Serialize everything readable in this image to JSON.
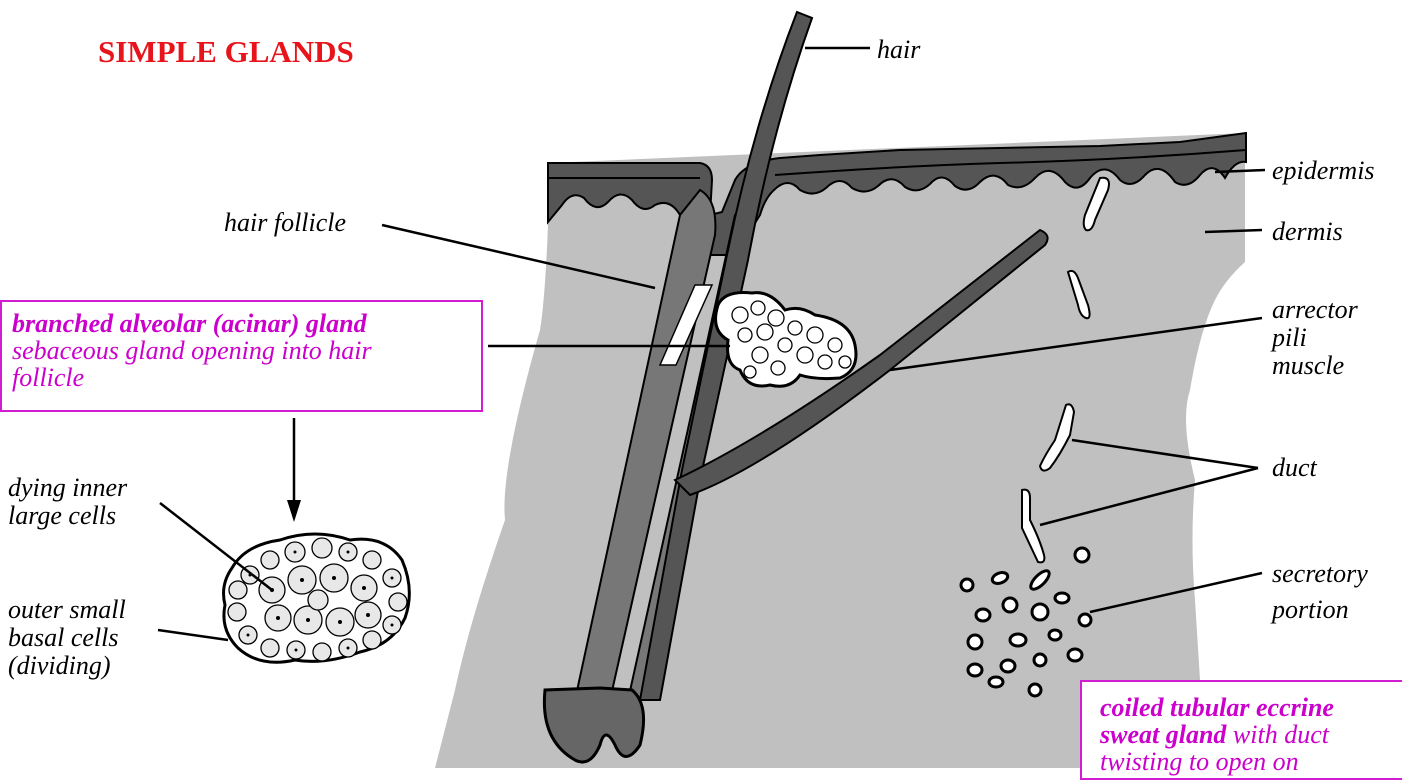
{
  "title": "SIMPLE GLANDS",
  "labels": {
    "hair": "hair",
    "epidermis": "epidermis",
    "dermis": "dermis",
    "hair_follicle": "hair follicle",
    "arrector": [
      "arrector",
      "pili",
      "muscle"
    ],
    "duct": "duct",
    "secretory": [
      "secretory",
      "portion"
    ],
    "dying": [
      "dying inner",
      "large cells"
    ],
    "outer": [
      "outer small",
      "basal cells",
      "(dividing)"
    ]
  },
  "boxes": {
    "alveolar": {
      "bold": "branched alveolar (acinar) gland",
      "rest": [
        "sebaceous gland opening into hair",
        "follicle"
      ]
    },
    "eccrine": {
      "bold1": "coiled tubular eccrine",
      "bold2": "sweat gland",
      "rest2": " with duct",
      "line3": "twisting to open on"
    }
  },
  "colors": {
    "title": "#e8141b",
    "box_border": "#d21cd2",
    "box_text": "#cc00cc",
    "dermis": "#c0c0c0",
    "epidermis": "#555555",
    "hair": "#555555",
    "follicle": "#777777"
  }
}
